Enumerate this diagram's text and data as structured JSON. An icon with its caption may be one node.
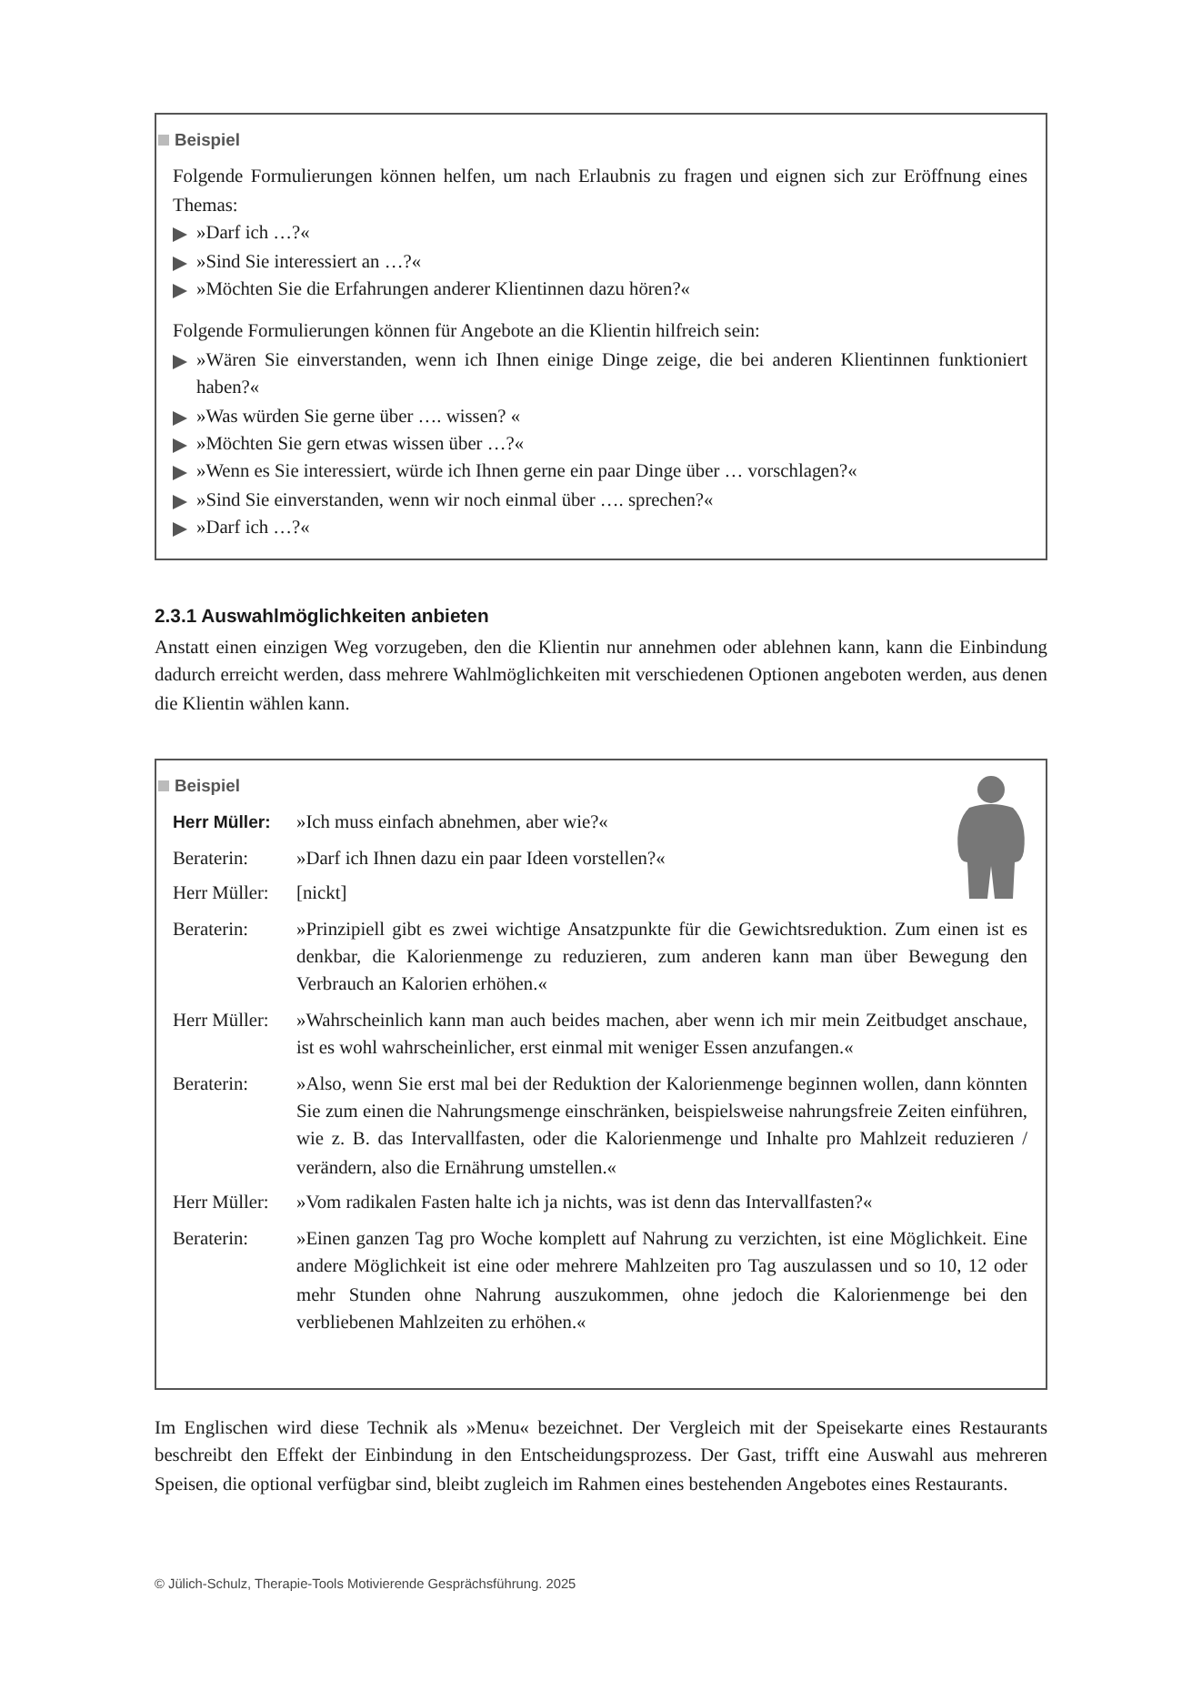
{
  "diagram": {
    "nodes": [
      {
        "text": [
          "Beispiel",
          "Folgende Formulierungen können helfen, um nach Erlaubnis zu fragen und eignen sich zur Eröffnung eines Themas:",
          "»Darf ich …?«",
          "»Sind Sie interessiert an …?«",
          "»Möchten Sie die Erfahrungen anderer Klientinnen dazu hören?«",
          "Folgende Formulierungen können für Angebote an die Klientin hilfreich sein:",
          "»Wären Sie einverstanden, wenn ich Ihnen einige Dinge zeige, die bei anderen Klientinnen funktioniert haben?«",
          "»Was würden Sie gerne über …. wissen? «",
          "»Möchten Sie gern etwas wissen über …?«",
          "»Wenn es Sie interessiert, würde ich Ihnen gerne ein paar Dinge über … vorschlagen?«",
          "»Sind Sie einverstanden, wenn wir noch einmal über …. sprechen?«",
          "»Darf ich …?«"
        ]
      },
      {
        "text": [
          "Beispiel",
          "Herr Müller:",
          "»Ich muss einfach abnehmen, aber wie?«",
          "Beraterin:",
          "»Darf ich Ihnen dazu ein paar Ideen vorstellen?«",
          "Herr Müller:",
          "[nickt]",
          "Beraterin:",
          "»Prinzipiell gibt es zwei wichtige Ansatzpunkte für die Gewichtsreduktion. Zum einen ist es denkbar, die Kalorienmenge zu reduzieren, zum anderen kann man über Bewegung den Verbrauch an Kalorien erhöhen.«",
          "Herr Müller:",
          "»Wahrscheinlich kann man auch beides machen, aber wenn ich mir mein Zeitbudget anschaue, ist es wohl wahrscheinlicher, erst einmal mit weniger Essen anzufangen.«",
          "Beraterin:",
          "»Also, wenn Sie erst mal bei der Reduktion der Kalorienmenge beginnen wollen, dann könnten Sie zum einen die Nahrungsmenge einschränken, beispielsweise nahrungsfreie Zeiten einführen, wie z. B. das Intervallfasten, oder die Kalorienmenge und Inhalte pro Mahlzeit reduzieren / verändern, also die Ernährung umstellen.«",
          "Herr Müller:",
          "»Vom radikalen Fasten halte ich ja nichts, was ist denn das Intervallfasten?«",
          "Beraterin:",
          "»Einen ganzen Tag pro Woche komplett auf Nahrung zu verzichten, ist eine Möglichkeit. Eine andere Möglichkeit ist eine oder mehrere Mahlzeiten pro Tag auszulassen und so 10, 12 oder mehr Stunden ohne Nahrung auszukommen, ohne jedoch die Kalorienmenge bei den verbliebenen Mahlzeiten zu erhöhen.«"
        ]
      }
    ],
    "labels": [
      "2.3.1 Auswahlmöglichkeiten anbieten",
      "Anstatt einen einzigen Weg vorzugeben, den die Klientin nur annehmen oder ablehnen kann, kann die Einbindung dadurch erreicht werden, dass mehrere Wahlmöglichkeiten mit verschiedenen Optionen angeboten werden, aus denen die Klientin wählen kann.",
      "Im Englischen wird diese Technik als »Menu« bezeichnet. Der Vergleich mit der Speisekarte eines Restaurants beschreibt den Effekt der Einbindung in den Entscheidungsprozess. Der Gast, trifft eine Auswahl aus mehreren Speisen, die optional verfügbar sind, bleibt zugleich im Rahmen eines bestehenden Angebotes eines Restaurants.",
      "© Jülich-Schulz, Therapie-Tools Motivierende Gesprächsführung. 2025"
    ]
  }
}
